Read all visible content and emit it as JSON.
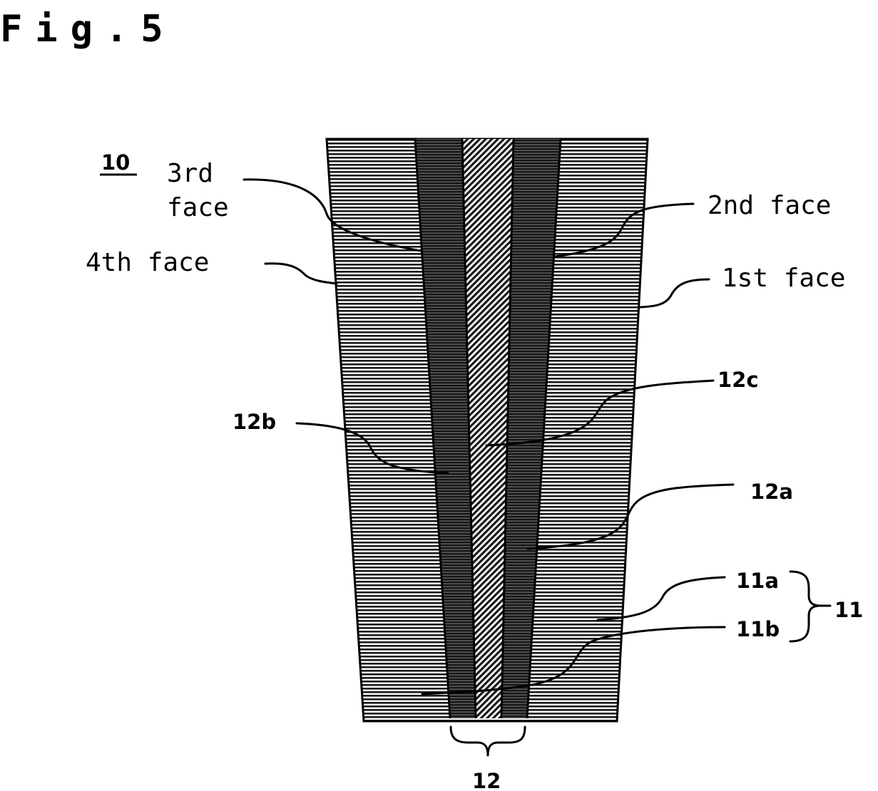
{
  "figure": {
    "title": "Fig.5",
    "ref_main": "10",
    "faces": {
      "third_line1": "3rd",
      "third_line2": "face",
      "fourth": "4th face",
      "second": "2nd face",
      "first": "1st face"
    },
    "refs": {
      "r12c": "12c",
      "r12b": "12b",
      "r12a": "12a",
      "r11a": "11a",
      "r11b": "11b",
      "r11": "11",
      "r12": "12"
    }
  }
}
